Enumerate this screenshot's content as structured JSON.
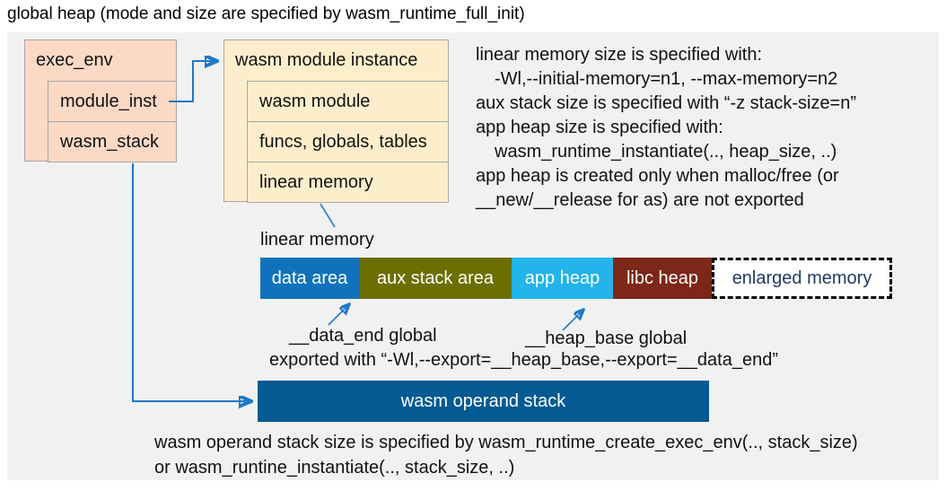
{
  "title": "global heap (mode and size are specified by wasm_runtime_full_init)",
  "exec_env": {
    "header": "exec_env",
    "fields": [
      "module_inst",
      "wasm_stack"
    ]
  },
  "module_instance": {
    "header": "wasm module instance",
    "fields": [
      "wasm module",
      "funcs, globals, tables",
      "linear memory"
    ]
  },
  "notes": {
    "lines": [
      "linear memory size is specified with:",
      "-Wl,--initial-memory=n1, --max-memory=n2",
      "aux stack size is specified with “-z stack-size=n”",
      "app heap size is specified with:",
      "wasm_runtime_instantiate(.., heap_size, ..)",
      "app heap is created only when malloc/free (or",
      "__new/__release for as) are not exported"
    ]
  },
  "linear_memory": {
    "label": "linear memory",
    "segments": [
      {
        "label": "data area",
        "color": "#1072ba",
        "text_color": "#ffffff"
      },
      {
        "label": "aux stack area",
        "color": "#6c6e00",
        "text_color": "#ffffff"
      },
      {
        "label": "app heap",
        "color": "#22b4eb",
        "text_color": "#ffffff"
      },
      {
        "label": "libc heap",
        "color": "#7c2718",
        "text_color": "#ffffff"
      },
      {
        "label": "enlarged memory",
        "color": "#ffffff",
        "text_color": "#1f3a64"
      }
    ]
  },
  "annotations": {
    "data_end": "__data_end global",
    "heap_base": "__heap_base global",
    "exported": "exported with “-Wl,--export=__heap_base,--export=__data_end”"
  },
  "operand_stack": {
    "label": "wasm operand stack",
    "color": "#045a92"
  },
  "footer": {
    "lines": [
      "wasm operand stack size is specified by wasm_runtime_create_exec_env(.., stack_size)",
      "or wasm_runtine_instantiate(.., stack_size, ..)"
    ]
  },
  "colors": {
    "panel_bg": "#f1f1f1",
    "exec_env_fill": "#fbd9c5",
    "module_instance_fill": "#fdeecb",
    "box_border": "#a6a6a6",
    "connector": "#1e78c8",
    "enlarged_border": "#000000"
  }
}
